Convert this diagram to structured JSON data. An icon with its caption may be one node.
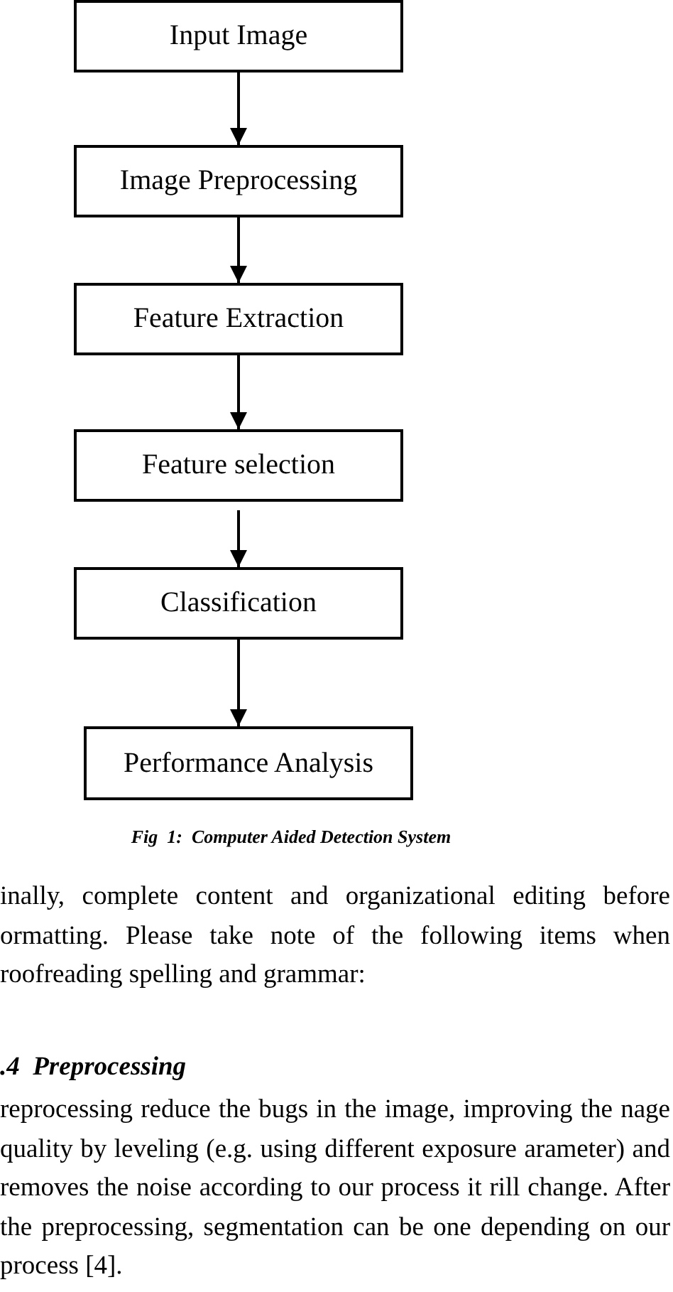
{
  "diagram": {
    "caption": "Fig  1:  Computer Aided Detection System",
    "nodes": [
      {
        "text": [
          "Input Image"
        ]
      },
      {
        "text": [
          "Image Preprocessing"
        ]
      },
      {
        "text": [
          "Feature Extraction"
        ]
      },
      {
        "text": [
          "Feature selection"
        ]
      },
      {
        "text": [
          "Classification"
        ]
      },
      {
        "text": [
          "Performance Analysis"
        ]
      }
    ],
    "edges": [
      {
        "from": 0,
        "to": 1,
        "arrow": "to"
      },
      {
        "from": 1,
        "to": 2,
        "arrow": "to"
      },
      {
        "from": 2,
        "to": 3,
        "arrow": "to"
      },
      {
        "from": 3,
        "to": 4,
        "arrow": "to"
      },
      {
        "from": 4,
        "to": 5,
        "arrow": "to"
      }
    ],
    "labels": [
      "inally, complete content and organizational editing before ormatting. Please take note of the following items when roofreading spelling and grammar:",
      ".4  Preprocessing",
      "reprocessing reduce the bugs in the image, improving the nage quality by leveling (e.g. using different exposure arameter) and removes the noise according to our process it rill change. After the preprocessing, segmentation can be one depending on our process [4]."
    ]
  }
}
